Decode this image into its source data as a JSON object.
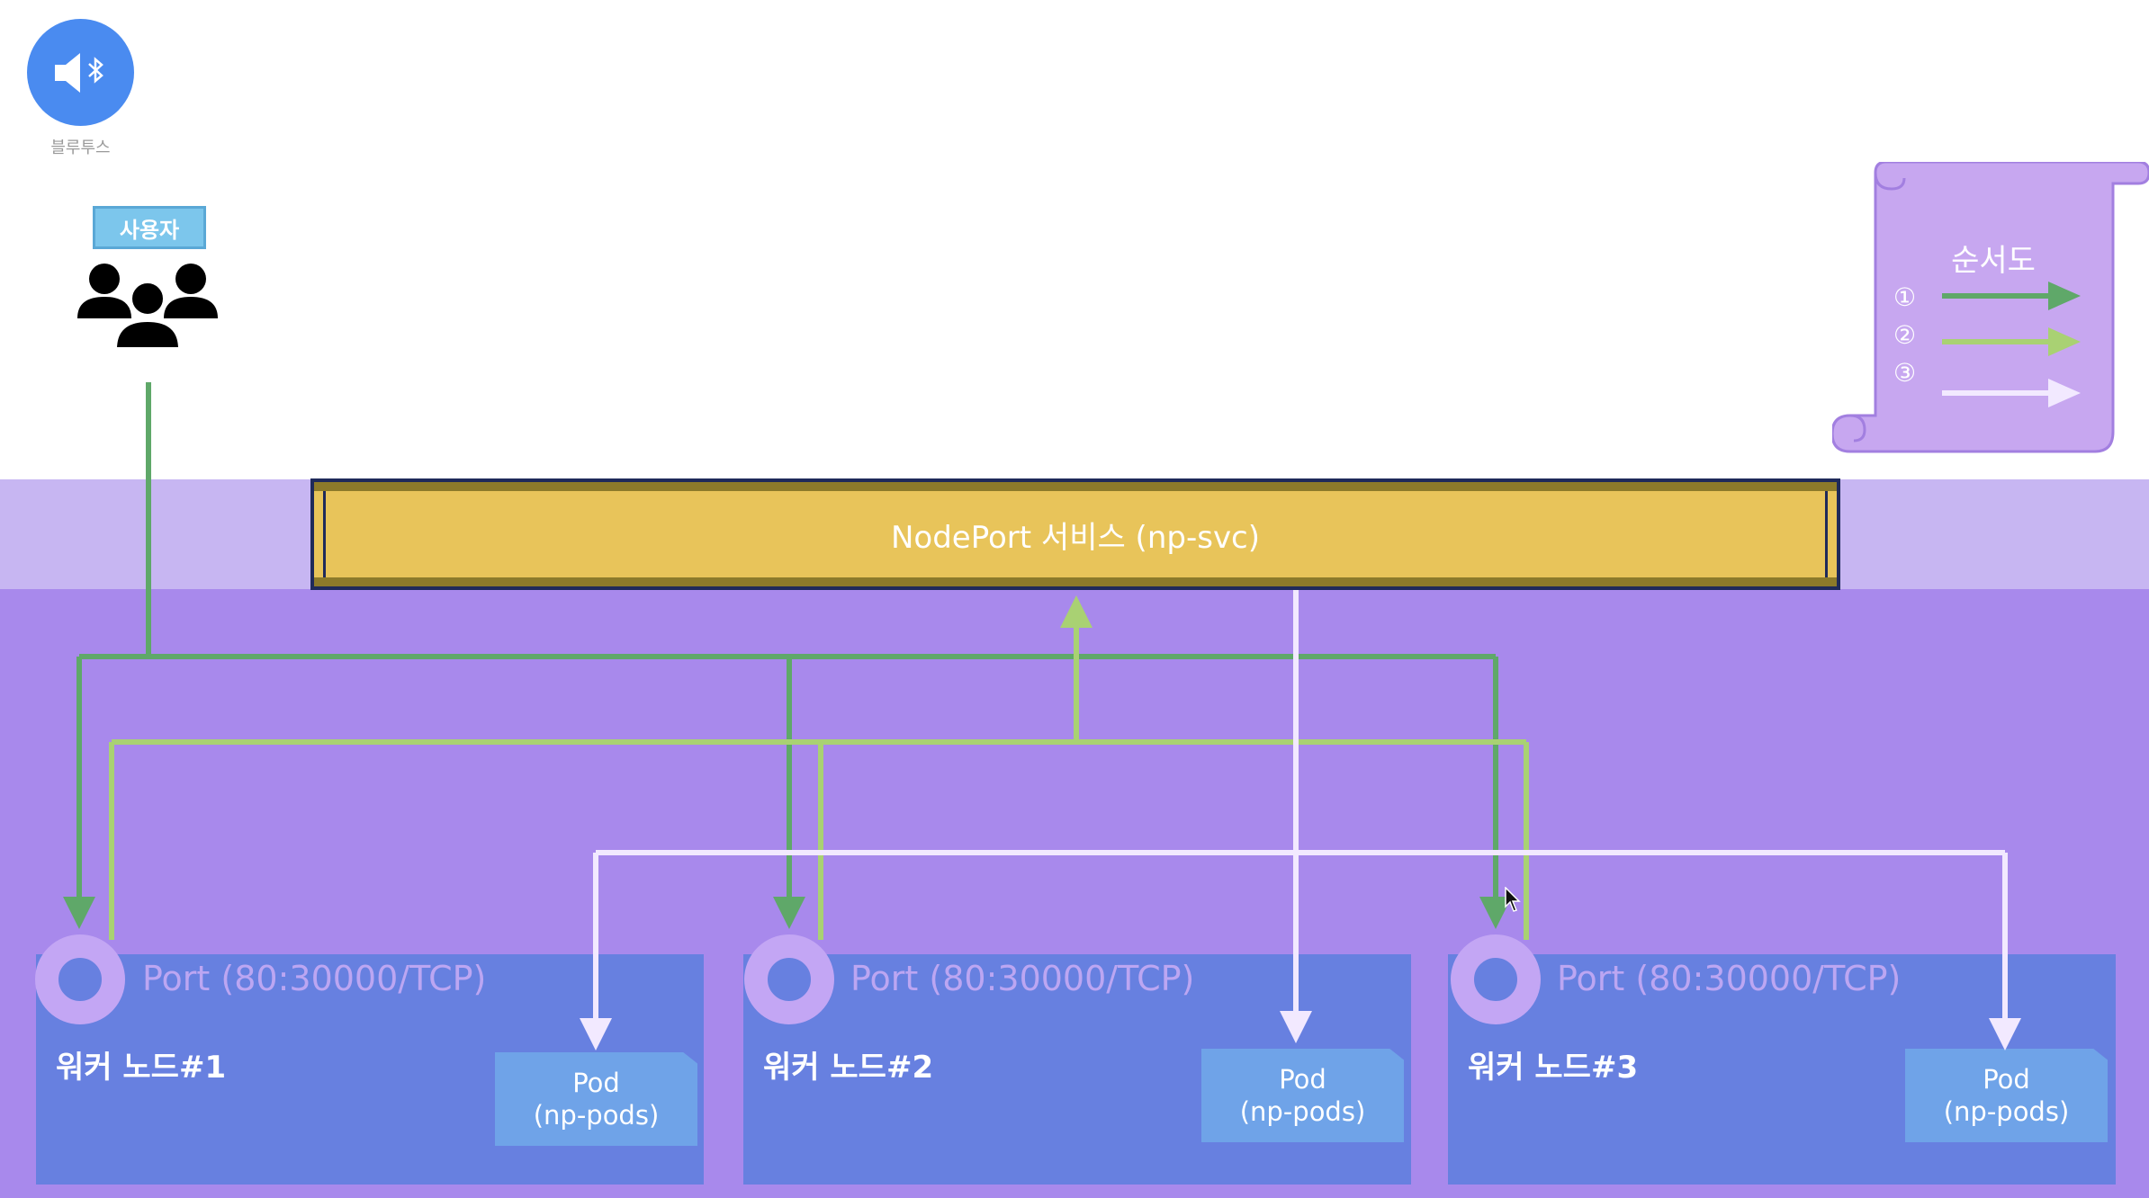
{
  "speaker": {
    "label": "블루투스",
    "icon": "bluetooth-speaker-icon",
    "color": "#4a8bf0"
  },
  "user": {
    "badge_label": "사용자",
    "icon": "users-group-icon"
  },
  "service": {
    "label": "NodePort 서비스 (np-svc)",
    "color": "#e8c45a"
  },
  "nodes": [
    {
      "title": "워커 노드#1",
      "port": "Port (80:30000/TCP)",
      "pod_name": "Pod",
      "pod_selector": "(np-pods)"
    },
    {
      "title": "워커 노드#2",
      "port": "Port (80:30000/TCP)",
      "pod_name": "Pod",
      "pod_selector": "(np-pods)"
    },
    {
      "title": "워커 노드#3",
      "port": "Port (80:30000/TCP)",
      "pod_name": "Pod",
      "pod_selector": "(np-pods)"
    }
  ],
  "legend": {
    "title": "순서도",
    "steps": [
      {
        "marker": "①",
        "color": "#5fa869"
      },
      {
        "marker": "②",
        "color": "#a9d173"
      },
      {
        "marker": "③",
        "color": "#f2e9ff"
      }
    ]
  },
  "colors": {
    "band_light": "#c7b6f2",
    "band_dark": "#a889ec",
    "node": "#6780e0",
    "pod": "#6fa3e8"
  }
}
